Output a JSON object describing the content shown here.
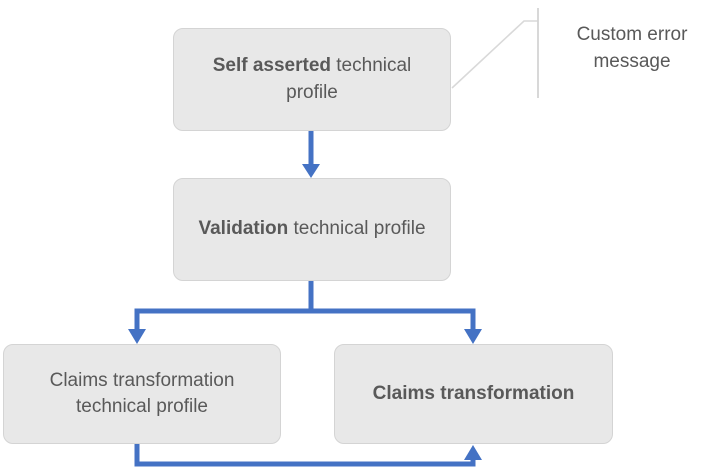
{
  "diagram": {
    "type": "flowchart",
    "accent_color": "#4472C4",
    "node_fill": "#E8E8E8",
    "node_border": "#D4D4D4",
    "text_color": "#595959",
    "callout_line_color": "#D9D9D9",
    "nodes": [
      {
        "id": "self-asserted",
        "bold_text": "Self asserted",
        "rest_text": " technical profile"
      },
      {
        "id": "validation",
        "bold_text": "Validation",
        "rest_text": " technical profile"
      },
      {
        "id": "claims-transformation-technical",
        "bold_text": "",
        "rest_text": "Claims transformation technical profile"
      },
      {
        "id": "claims-transformation",
        "bold_text": "Claims transformation",
        "rest_text": ""
      }
    ],
    "callout": {
      "line1": "Custom error",
      "line2": "message"
    }
  }
}
